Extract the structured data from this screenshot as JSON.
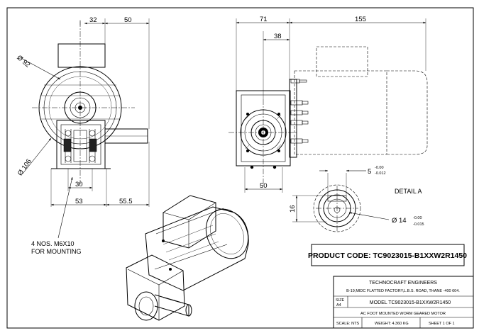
{
  "dimensions": {
    "front_top_1": "32",
    "front_top_2": "50",
    "front_dia_1": "Ø 92",
    "front_dia_2": "Ø 106",
    "front_bottom_1": "30",
    "front_bottom_2": "53",
    "front_bottom_3": "55.5",
    "side_top_1": "71",
    "side_top_2": "155",
    "side_top_3": "38",
    "side_bottom": "50",
    "shaft_key_width": "5",
    "shaft_key_tol_upper": "-0.00",
    "shaft_key_tol_lower": "-0.012",
    "shaft_height": "16",
    "shaft_dia": "Ø 14",
    "shaft_dia_tol_upper": "-0.00",
    "shaft_dia_tol_lower": "-0.015"
  },
  "detail_label": "DETAIL A",
  "mounting_note": {
    "line1": "4 NOS. M6X10",
    "line2": "FOR MOUNTING"
  },
  "product_code": "PRODUCT CODE: TC9023015-B1XXW2R1450",
  "title_block": {
    "company": "TECHNOCRAFT ENGINEERS",
    "address": "B-19,MIDC FLATTED FACTORY,L.B.S. ROAD, THANE -400 604.",
    "size_label": "SIZE",
    "size_value": "A4",
    "model": "MODEL TC9023015-B1XXW2R1450",
    "description": "AC FOOT MOUNTED WORM GEARED MOTOR",
    "scale": "SCALE: NTS",
    "weight": "WEIGHT: 4.360 KG",
    "sheet": "SHEET 1 OF 1"
  }
}
